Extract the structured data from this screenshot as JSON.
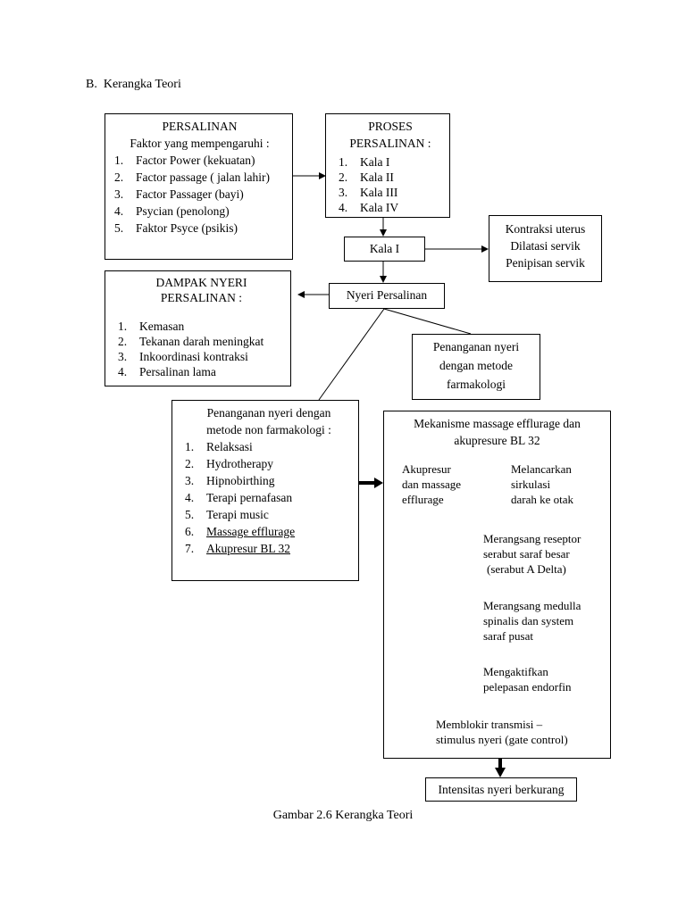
{
  "heading": {
    "letter": "B.",
    "title": "Kerangka Teori"
  },
  "persalinan": {
    "title": "PERSALINAN",
    "subtitle": "Faktor yang mempengaruhi :",
    "items": [
      {
        "num": "1.",
        "text": "Factor Power (kekuatan)"
      },
      {
        "num": "2.",
        "text": "Factor passage ( jalan lahir)"
      },
      {
        "num": "3.",
        "text": "Factor Passager (bayi)"
      },
      {
        "num": "4.",
        "text": "Psycian (penolong)"
      },
      {
        "num": "5.",
        "text": "Faktor Psyce (psikis)"
      }
    ]
  },
  "proses": {
    "title_line1": "PROSES",
    "title_line2": "PERSALINAN :",
    "items": [
      {
        "num": "1.",
        "text": "Kala I"
      },
      {
        "num": "2.",
        "text": "Kala II"
      },
      {
        "num": "3.",
        "text": "Kala III"
      },
      {
        "num": "4.",
        "text": "Kala IV"
      }
    ]
  },
  "kala1": {
    "label": "Kala I"
  },
  "kontraksi": {
    "line1": "Kontraksi uterus",
    "line2": "Dilatasi servik",
    "line3": "Penipisan servik"
  },
  "nyeri": {
    "label": "Nyeri Persalinan"
  },
  "dampak": {
    "title_line1": "DAMPAK NYERI",
    "title_line2": "PERSALINAN :",
    "items": [
      {
        "num": "1.",
        "text": "Kemasan"
      },
      {
        "num": "2.",
        "text": "Tekanan darah meningkat"
      },
      {
        "num": "3.",
        "text": "Inkoordinasi kontraksi"
      },
      {
        "num": "4.",
        "text": "Persalinan lama"
      }
    ]
  },
  "farmakologi": {
    "line1": "Penanganan nyeri",
    "line2": "dengan metode",
    "line3": "farmakologi"
  },
  "nonfarmakologi": {
    "title_line1": "Penanganan nyeri dengan",
    "title_line2": "metode non farmakologi :",
    "items": [
      {
        "num": "1.",
        "text": "Relaksasi"
      },
      {
        "num": "2.",
        "text": "Hydrotherapy"
      },
      {
        "num": "3.",
        "text": "Hipnobirthing"
      },
      {
        "num": "4.",
        "text": "Terapi pernafasan"
      },
      {
        "num": "5.",
        "text": "Terapi music"
      },
      {
        "num": "6.",
        "text": "Massage efflurage"
      },
      {
        "num": "7.",
        "text": "Akupresur BL 32"
      }
    ]
  },
  "mekanisme": {
    "title_line1": "Mekanisme massage efflurage dan",
    "title_line2": "akupresure BL 32",
    "akupresur": [
      "Akupresur",
      "dan massage",
      "efflurage"
    ],
    "melancarkan": [
      "Melancarkan",
      "sirkulasi",
      "darah ke otak"
    ],
    "reseptor": [
      "Merangsang reseptor",
      "serabut saraf besar",
      "(serabut A Delta)"
    ],
    "medulla": [
      "Merangsang medulla",
      "spinalis dan system",
      "saraf pusat"
    ],
    "endorfin": [
      "Mengaktifkan",
      "pelepasan endorfin"
    ],
    "memblokir": [
      "Memblokir transmisi –",
      "stimulus nyeri (gate control)"
    ]
  },
  "intensitas": {
    "label": "Intensitas nyeri berkurang"
  },
  "caption": "Gambar 2.6 Kerangka Teori"
}
